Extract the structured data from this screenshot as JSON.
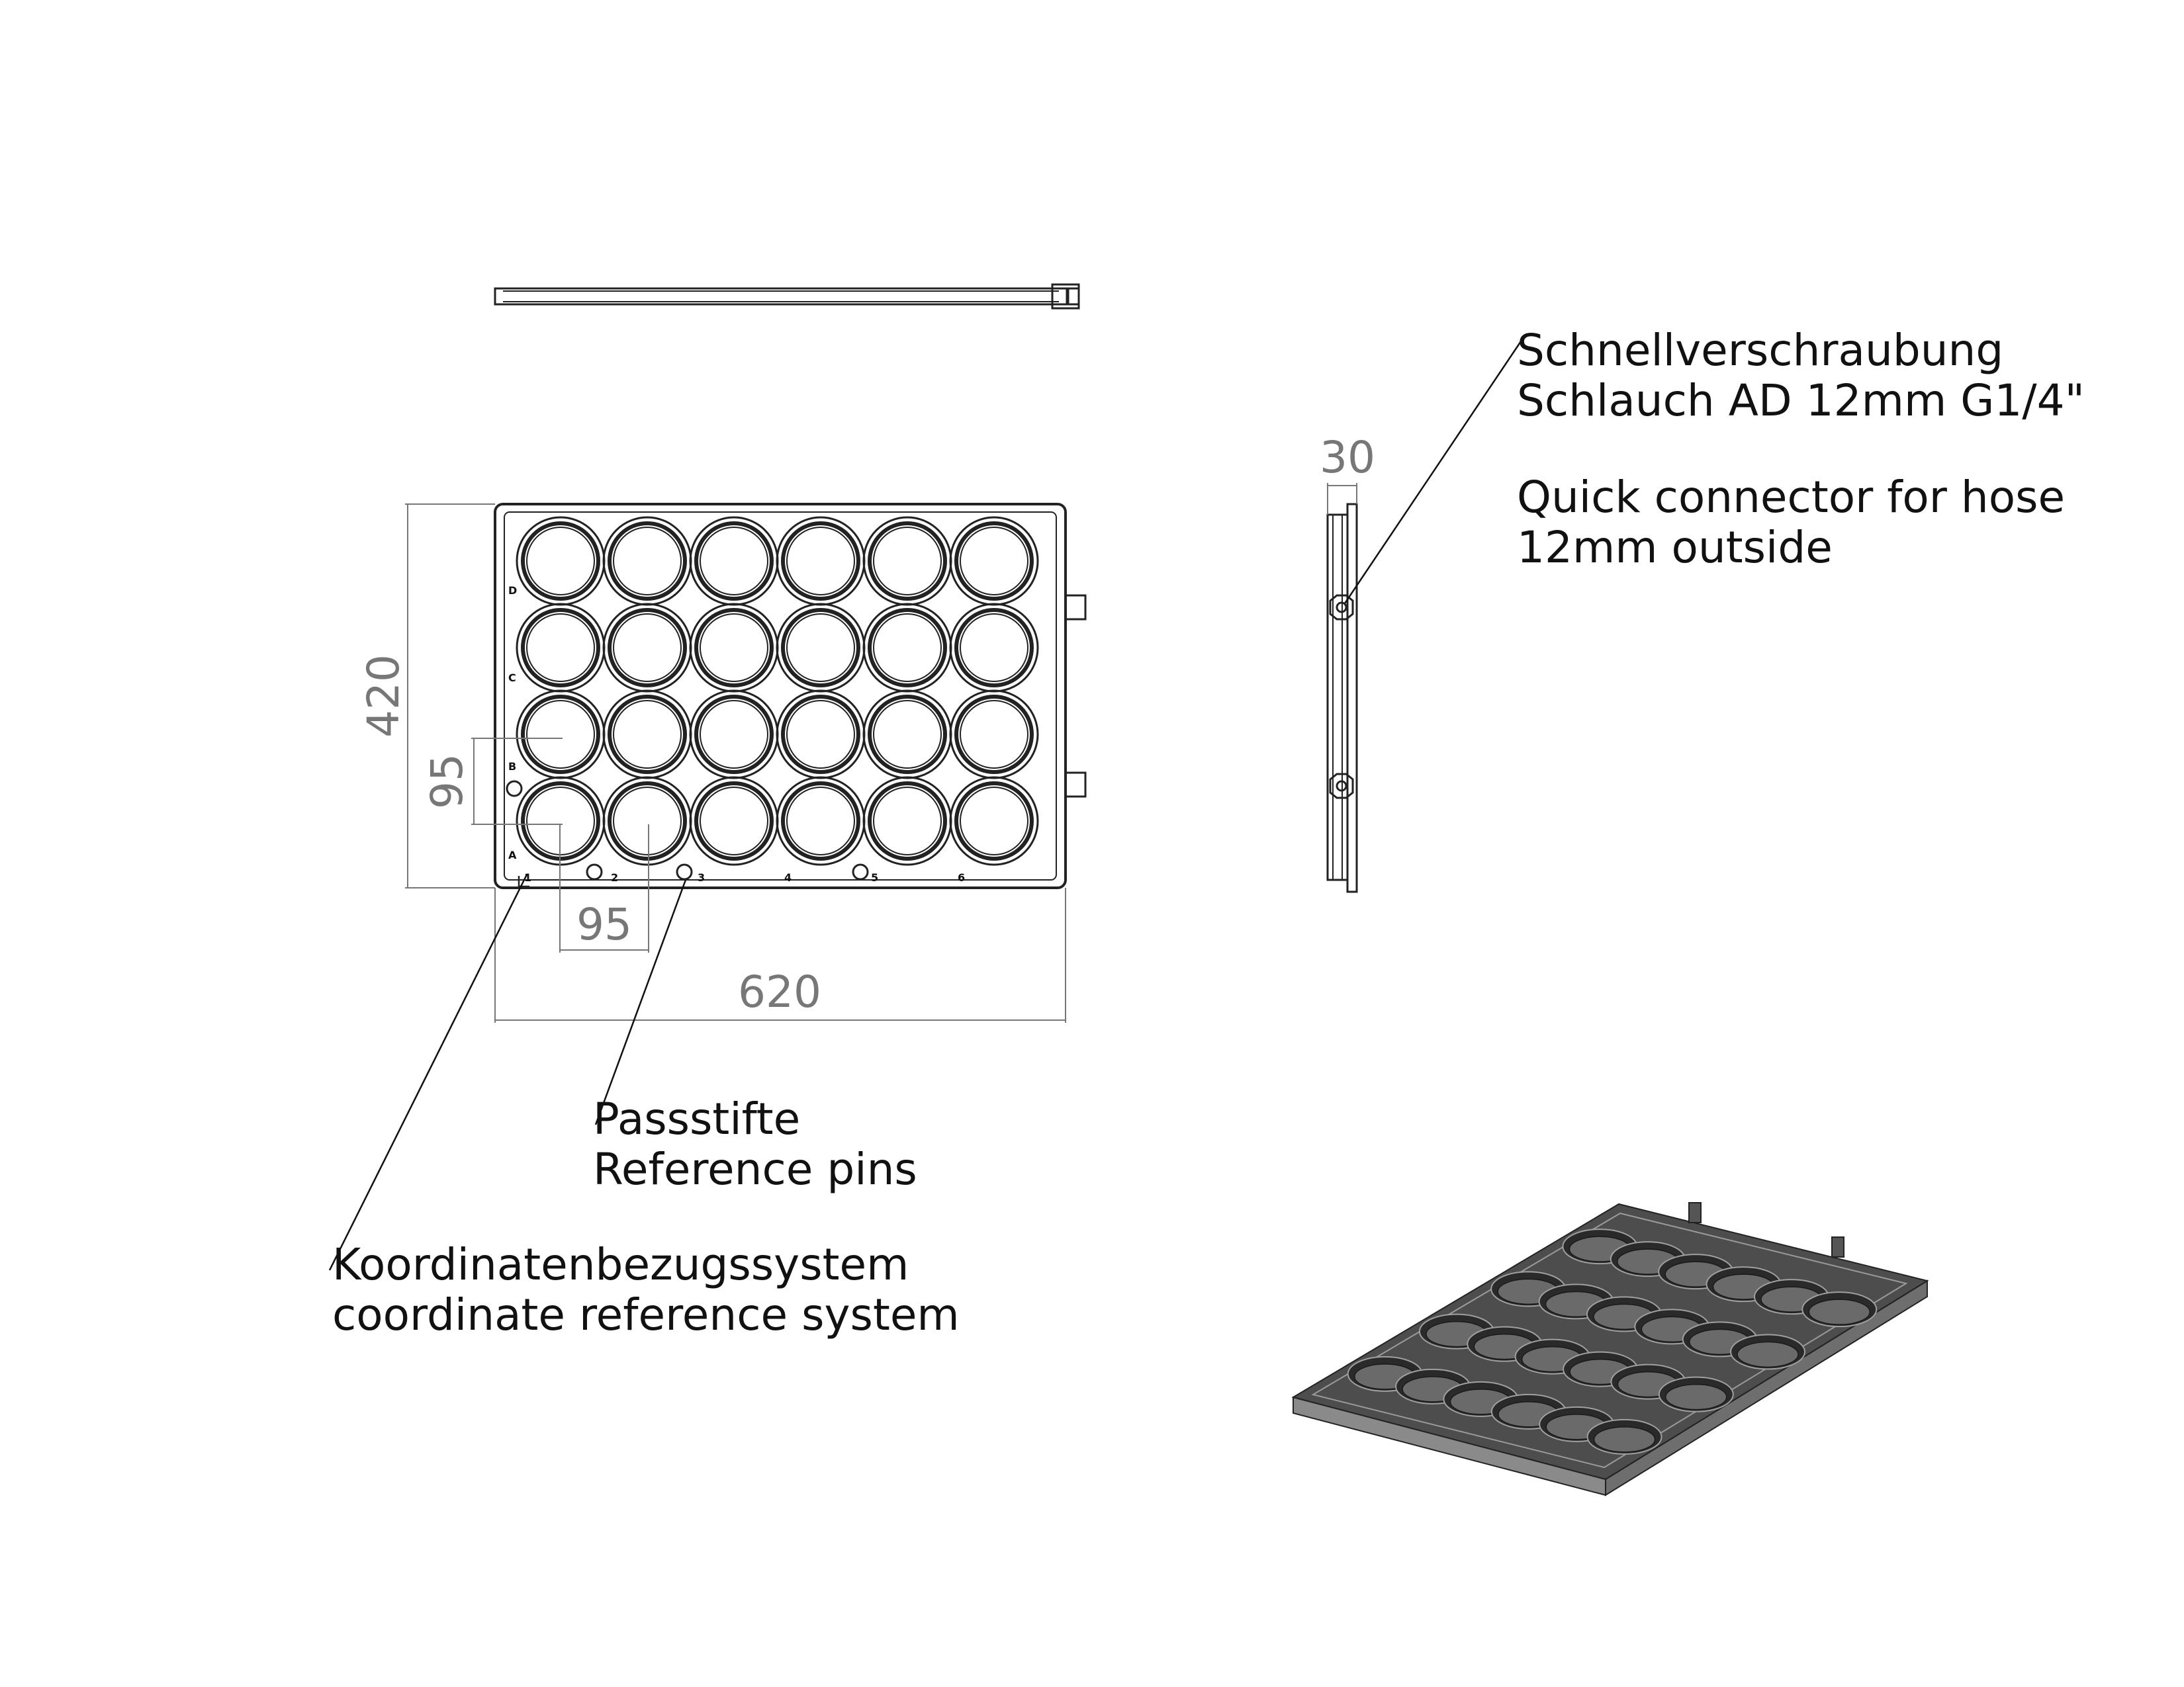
{
  "dimensions": {
    "height": "420",
    "width": "620",
    "pitch_vertical": "95",
    "pitch_horizontal": "95",
    "thickness": "30"
  },
  "grid": {
    "rows": [
      "D",
      "C",
      "B",
      "A"
    ],
    "columns": [
      "1",
      "2",
      "3",
      "4",
      "5",
      "6"
    ]
  },
  "callouts": {
    "quick_connector": {
      "line1": "Schnellverschraubung",
      "line2": "Schlauch AD 12mm G1/4\"",
      "line3": "Quick connector for hose",
      "line4": "12mm outside"
    },
    "reference_pins": {
      "line1": "Passstifte",
      "line2": "Reference pins"
    },
    "coordinate_system": {
      "line1": "Koordinatenbezugssystem",
      "line2": "coordinate reference system"
    }
  },
  "colors": {
    "line": "#222222",
    "dimension": "#777777",
    "iso_top": "#4d4d4d",
    "iso_side": "#8a8a8a",
    "iso_hole": "#2a2a2a"
  }
}
